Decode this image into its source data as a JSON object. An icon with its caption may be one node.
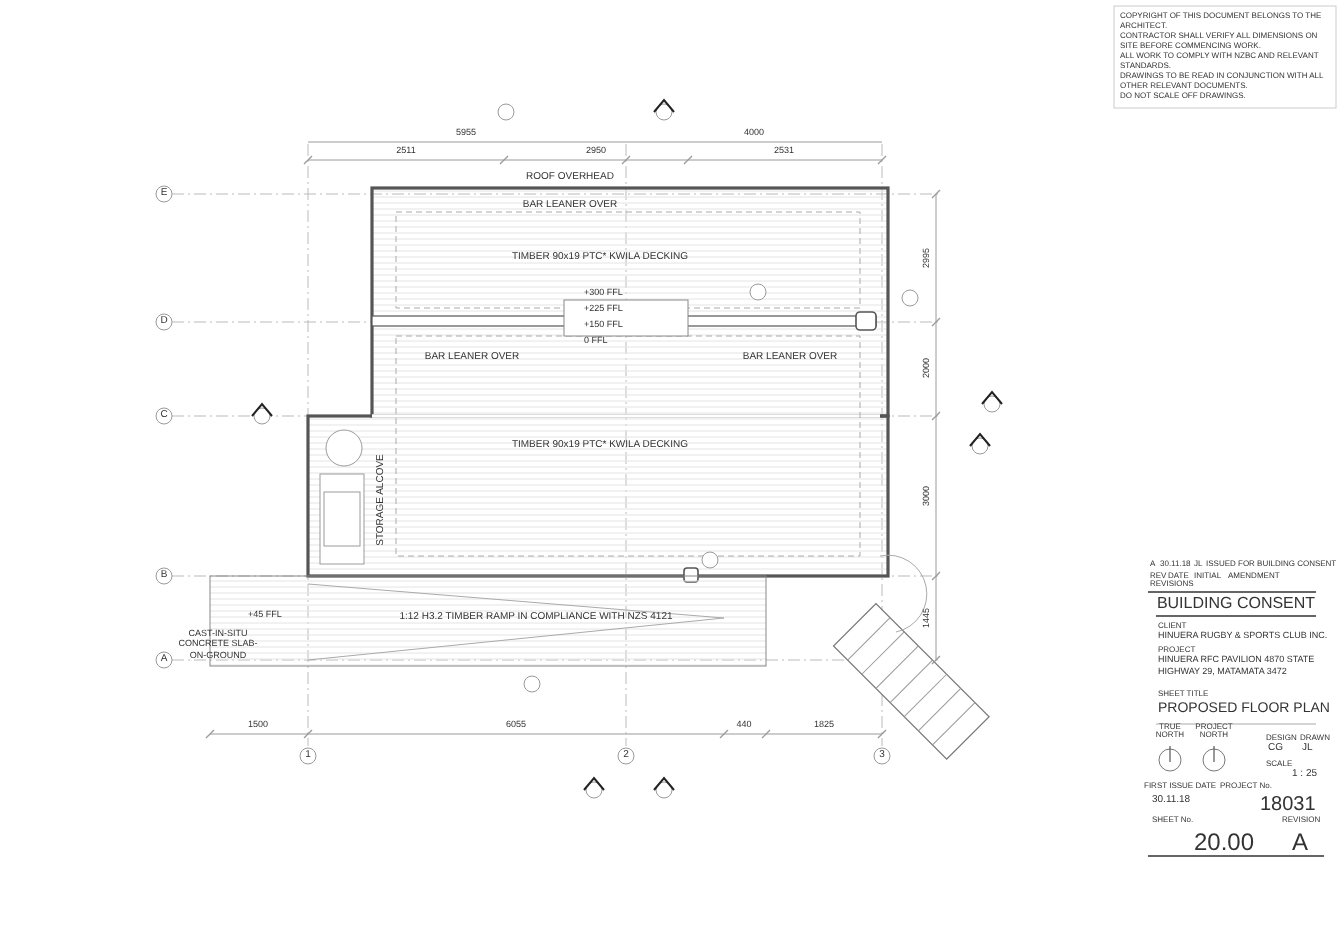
{
  "diagram": {
    "labels": [
      "ROOF OVERHEAD",
      "BAR LEANER OVER",
      "TIMBER 90x19 PTC* KWILA DECKING",
      "+300 FFL",
      "+225 FFL",
      "+150 FFL",
      "0 FFL",
      "BAR LEANER OVER",
      "BAR LEANER OVER",
      "TIMBER 90x19 PTC* KWILA DECKING",
      "STORAGE ALCOVE",
      "1:12 H3.2 TIMBER RAMP IN COMPLIANCE WITH NZS 4121",
      "CAST-IN-SITU CONCRETE SLAB-ON-GROUND",
      "+45 FFL",
      "E",
      "D",
      "C",
      "B",
      "A",
      "1",
      "2",
      "3",
      "5955",
      "4000",
      "2511",
      "2950",
      "2531",
      "1500",
      "6055",
      "440",
      "1825",
      "2995",
      "2000",
      "3000",
      "1445",
      "COPYRIGHT OF THIS DOCUMENT BELONGS TO THE ARCHITECT.",
      "CONTRACTOR SHALL VERIFY ALL DIMENSIONS ON SITE BEFORE COMMENCING WORK.",
      "ALL WORK TO COMPLY WITH NZBC AND RELEVANT STANDARDS.",
      "DRAWINGS TO BE READ IN CONJUNCTION WITH ALL OTHER RELEVANT DOCUMENTS.",
      "DO NOT SCALE OFF DRAWINGS.",
      "A",
      "30.11.18",
      "JL",
      "ISSUED FOR BUILDING CONSENT",
      "REV",
      "DATE",
      "INITIAL",
      "AMENDMENT",
      "REVISIONS",
      "BUILDING CONSENT",
      "CLIENT",
      "HINUERA RUGBY & SPORTS CLUB INC.",
      "PROJECT",
      "HINUERA RFC PAVILION 4870 STATE HIGHWAY 29, MATAMATA 3472",
      "SHEET TITLE",
      "PROPOSED FLOOR PLAN",
      "TRUE NORTH",
      "PROJECT NORTH",
      "DESIGN",
      "DRAWN",
      "CG",
      "JL",
      "SCALE",
      "1 : 25",
      "FIRST ISSUE DATE",
      "PROJECT No.",
      "30.11.18",
      "18031",
      "SHEET No.",
      "REVISION",
      "20.00",
      "A"
    ]
  }
}
